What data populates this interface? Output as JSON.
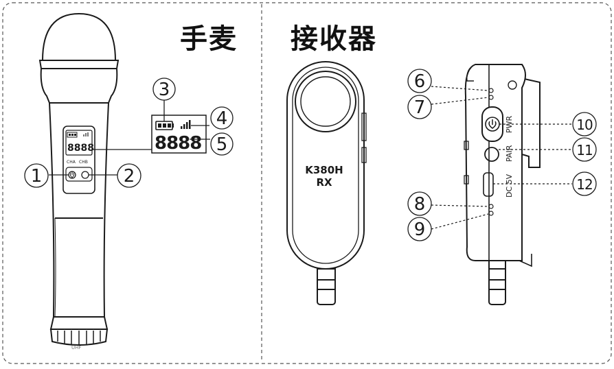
{
  "titles": {
    "microphone": "手麦",
    "receiver": "接收器"
  },
  "microphone": {
    "display_digits": "8888",
    "channel_a": "CHA",
    "channel_b": "CHB",
    "base_text": "UHF"
  },
  "receiver": {
    "model": "K380H",
    "model_sub": "RX",
    "power_label": "PWR",
    "pair_label": "PAIR",
    "dc_label": "DC 5V"
  },
  "callouts": {
    "c1": "1",
    "c2": "2",
    "c3": "3",
    "c4": "4",
    "c5": "5",
    "c6": "6",
    "c7": "7",
    "c8": "8",
    "c9": "9",
    "c10": "10",
    "c11": "11",
    "c12": "12"
  },
  "colors": {
    "line": "#1a1a1a",
    "border_dash": "#555555",
    "background": "#ffffff"
  }
}
